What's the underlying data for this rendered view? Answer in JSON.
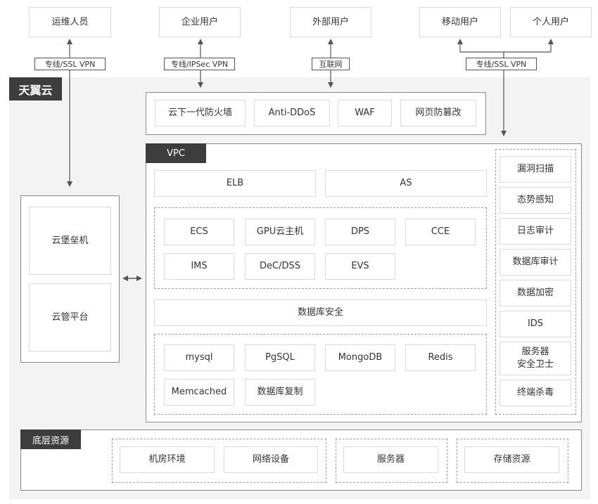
{
  "users": {
    "ops": "运维人员",
    "enterprise": "企业用户",
    "external": "外部用户",
    "mobile": "移动用户",
    "personal": "个人用户"
  },
  "connections": {
    "ops_vpn": "专线/SSL VPN",
    "enterprise_vpn": "专线/IPSec VPN",
    "internet": "互联网",
    "mobile_vpn": "专线/SSL VPN"
  },
  "cloud": {
    "title": "天翼云"
  },
  "perimeter": [
    "云下一代防火墙",
    "Anti-DDoS",
    "WAF",
    "网页防篡改"
  ],
  "left_panel": [
    "云堡垒机",
    "云管平台"
  ],
  "vpc": {
    "title": "VPC",
    "top_row": [
      "ELB",
      "AS"
    ],
    "compute": [
      "ECS",
      "GPU云主机",
      "DPS",
      "CCE",
      "IMS",
      "DeC/DSS",
      "EVS"
    ],
    "db_security": "数据库安全",
    "databases": [
      "mysql",
      "PgSQL",
      "MongoDB",
      "Redis",
      "Memcached",
      "数据库复制"
    ]
  },
  "security_services": [
    "漏洞扫描",
    "态势感知",
    "日志审计",
    "数据库审计",
    "数据加密",
    "IDS",
    "服务器\n安全卫士",
    "终端杀毒"
  ],
  "infra": {
    "title": "底层资源",
    "items": [
      "机房环境",
      "网络设备",
      "服务器",
      "存储资源"
    ]
  },
  "colors": {
    "dark_tag": "#3d3d3d",
    "cloud_bg": "#f3f3f3",
    "line": "#555555"
  }
}
